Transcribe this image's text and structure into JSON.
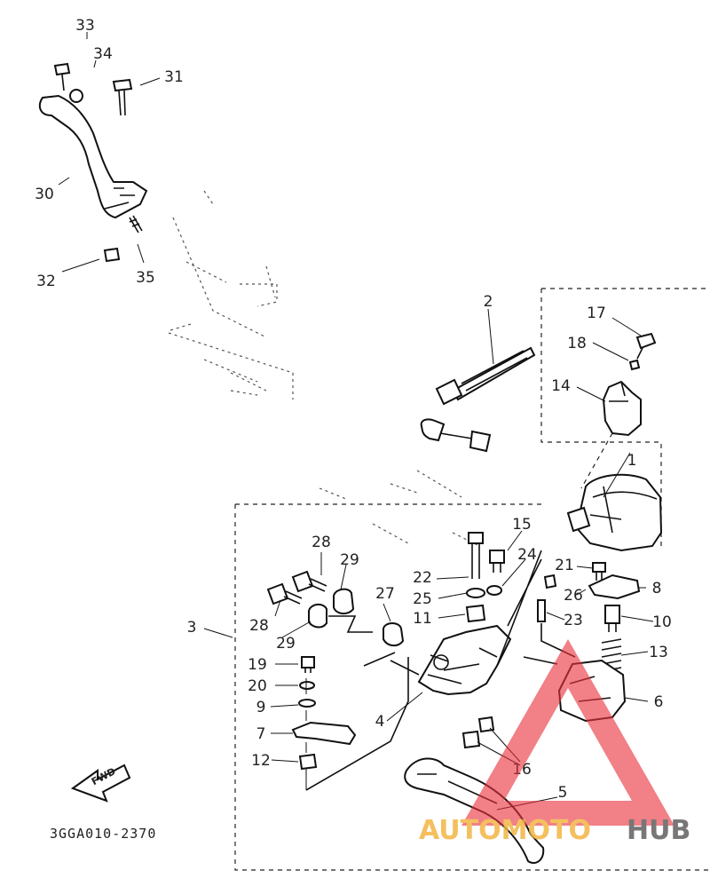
{
  "diagram_code": "3GGA010-2370",
  "fwd_label": "FWD",
  "watermark": {
    "word_a": "AUTOMOTO",
    "word_b": "HUB",
    "color_a": "#f2b33d",
    "color_b": "#5a5a5a",
    "triangle_color": "#e8323c"
  },
  "callouts": {
    "c1": "1",
    "c2": "2",
    "c3": "3",
    "c4": "4",
    "c5": "5",
    "c6": "6",
    "c7": "7",
    "c8": "8",
    "c9": "9",
    "c10": "10",
    "c11": "11",
    "c12": "12",
    "c13": "13",
    "c14": "14",
    "c15": "15",
    "c16": "16",
    "c17": "17",
    "c18": "18",
    "c19": "19",
    "c20": "20",
    "c21": "21",
    "c22": "22",
    "c23": "23",
    "c24": "24",
    "c25": "25",
    "c26": "26",
    "c27": "27",
    "c28a": "28",
    "c28b": "28",
    "c29a": "29",
    "c29b": "29",
    "c30": "30",
    "c31": "31",
    "c32": "32",
    "c33": "33",
    "c34": "34",
    "c35": "35"
  }
}
